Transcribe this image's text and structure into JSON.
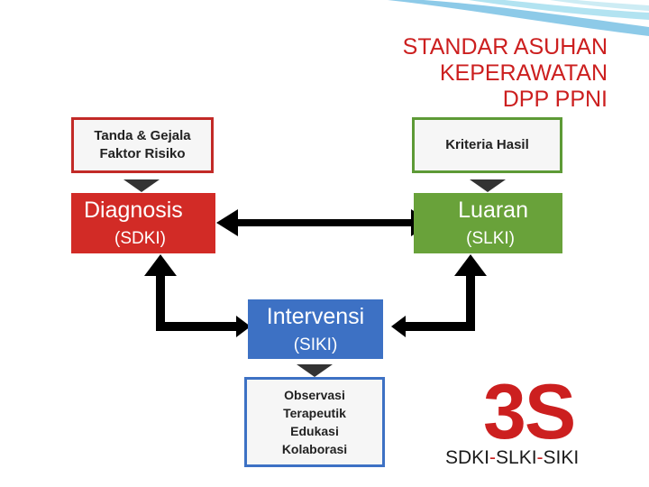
{
  "title": {
    "line1": "STANDAR ASUHAN",
    "line2": "KEPERAWATAN",
    "line3": "DPP PPNI"
  },
  "boxes": {
    "tanda": {
      "line1": "Tanda & Gejala",
      "line2": "Faktor Risiko"
    },
    "kriteria": {
      "label": "Kriteria Hasil"
    },
    "diagnosis": {
      "main": "Diagnosis",
      "sub": "(SDKI)"
    },
    "luaran": {
      "main": "Luaran",
      "sub": "(SLKI)"
    },
    "intervensi": {
      "main": "Intervensi",
      "sub": "(SIKI)"
    },
    "tindakan": {
      "items": [
        "Observasi",
        "Terapeutik",
        "Edukasi",
        "Kolaborasi"
      ]
    }
  },
  "big_text": "3S",
  "abbrev": {
    "sdki": "SDKI",
    "slki": "SLKI",
    "siki": "SIKI",
    "separator": "-"
  },
  "colors": {
    "red": "#d22b26",
    "green": "#69a23a",
    "blue": "#3d71c4",
    "title_red": "#cc1f1f",
    "arrow": "#000000"
  }
}
